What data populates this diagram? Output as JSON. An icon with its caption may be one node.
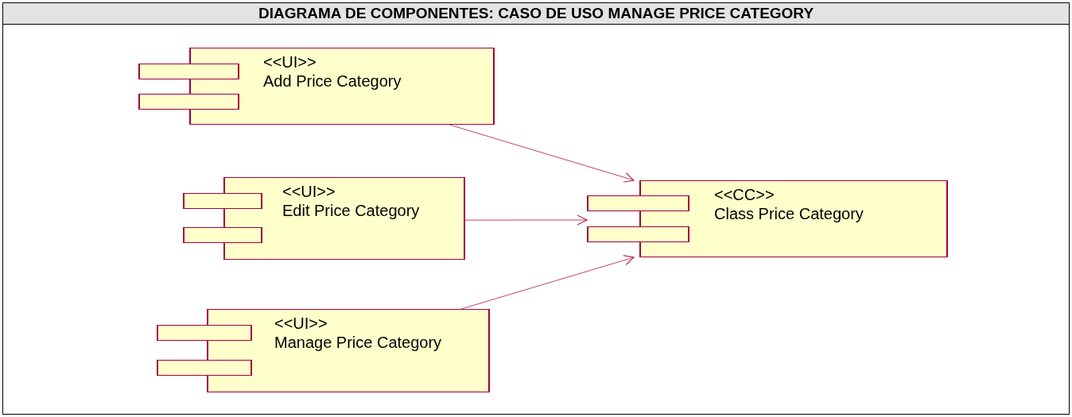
{
  "diagram": {
    "title": "DIAGRAMA DE COMPONENTES: CASO DE USO MANAGE PRICE CATEGORY",
    "nodes": [
      {
        "text": [
          "<<UI>>",
          "Add Price Category"
        ]
      },
      {
        "text": [
          "<<UI>>",
          "Edit Price Category"
        ]
      },
      {
        "text": [
          "<<UI>>",
          "Manage Price Category"
        ]
      },
      {
        "text": [
          "<<CC>>",
          "Class Price Category"
        ]
      }
    ],
    "edges": [
      {
        "from": 0,
        "to": 3,
        "arrow": "to"
      },
      {
        "from": 1,
        "to": 3,
        "arrow": "to"
      },
      {
        "from": 2,
        "to": 3,
        "arrow": "to"
      }
    ]
  }
}
